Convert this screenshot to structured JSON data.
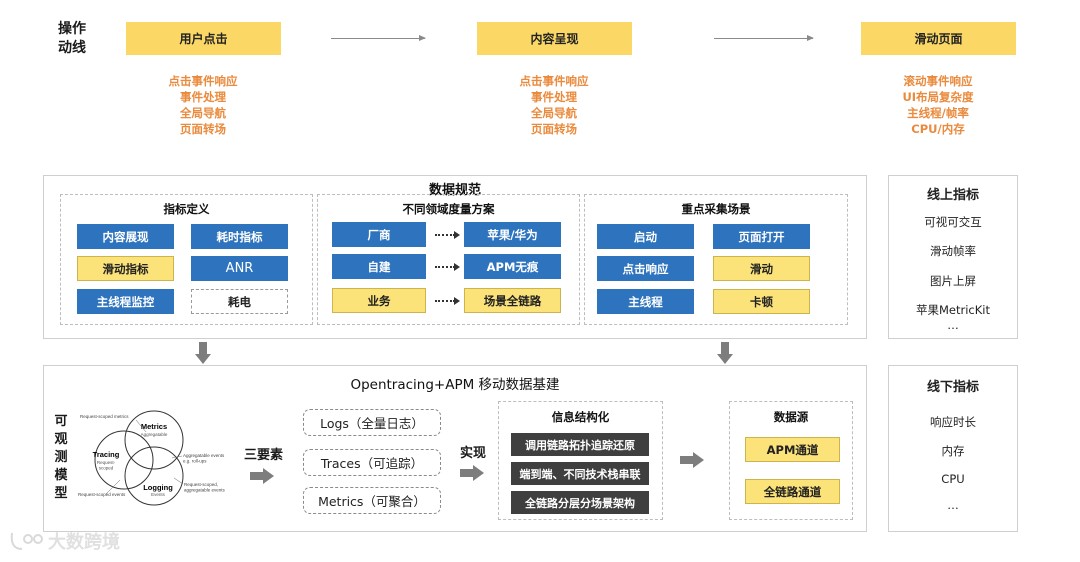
{
  "operation_flow": {
    "title": "操作\n动线",
    "steps": [
      {
        "label": "用户点击",
        "details": [
          "点击事件响应",
          "事件处理",
          "全局导航",
          "页面转场"
        ]
      },
      {
        "label": "内容呈现",
        "details": [
          "点击事件响应",
          "事件处理",
          "全局导航",
          "页面转场"
        ]
      },
      {
        "label": "滑动页面",
        "details": [
          "滚动事件响应",
          "UI布局复杂度",
          "主线程/帧率",
          "CPU/内存"
        ]
      }
    ]
  },
  "data_spec": {
    "title": "数据规范",
    "metric_definition": {
      "title": "指标定义",
      "items": [
        "内容展现",
        "耗时指标",
        "滑动指标",
        "ANR",
        "主线程监控",
        "耗电"
      ]
    },
    "domain_plans": {
      "title": "不同领域度量方案",
      "rows": [
        {
          "from": "厂商",
          "to": "苹果/华为"
        },
        {
          "from": "自建",
          "to": "APM无痕"
        },
        {
          "from": "业务",
          "to": "场景全链路"
        }
      ]
    },
    "key_scenarios": {
      "title": "重点采集场景",
      "items": [
        "启动",
        "页面打开",
        "点击响应",
        "滑动",
        "主线程",
        "卡顿"
      ]
    }
  },
  "online_metrics": {
    "title": "线上指标",
    "items": [
      "可视可交互",
      "滑动帧率",
      "图片上屏",
      "苹果MetricKit",
      "…"
    ]
  },
  "offline_metrics": {
    "title": "线下指标",
    "items": [
      "响应时长",
      "内存",
      "CPU",
      "…"
    ]
  },
  "apm": {
    "title": "Opentracing+APM 移动数据基建",
    "observable_model": "可\n观\n测\n模\n型",
    "venn": {
      "tracing": "Tracing",
      "tracing_sub": "Request-\nscoped",
      "metrics": "Metrics",
      "metrics_sub": "Aggregatable",
      "logging": "Logging",
      "logging_sub": "Events",
      "note_metrics": "Request-scoped metrics",
      "note_aggregatable": "Aggregatable events\ne.g. roll-ups",
      "note_request_events": "Request-scoped events",
      "note_request_aggregatable": "Request-scoped,\naggregatable events"
    },
    "three_elements": "三要素",
    "elements": [
      "Logs（全量日志）",
      "Traces（可追踪）",
      "Metrics（可聚合）"
    ],
    "realize": "实现",
    "structuring": {
      "title": "信息结构化",
      "items": [
        "调用链路拓扑追踪还原",
        "端到端、不同技术栈串联",
        "全链路分层分场景架构"
      ]
    },
    "data_source": {
      "title": "数据源",
      "items": [
        "APM通道",
        "全链路通道"
      ]
    }
  },
  "watermark": "大数跨境",
  "colors": {
    "accent_yellow": "#fbd866",
    "chip_blue": "#2e73bd",
    "detail_orange": "#ea8a3c",
    "dark_box": "#3f3f3f"
  }
}
